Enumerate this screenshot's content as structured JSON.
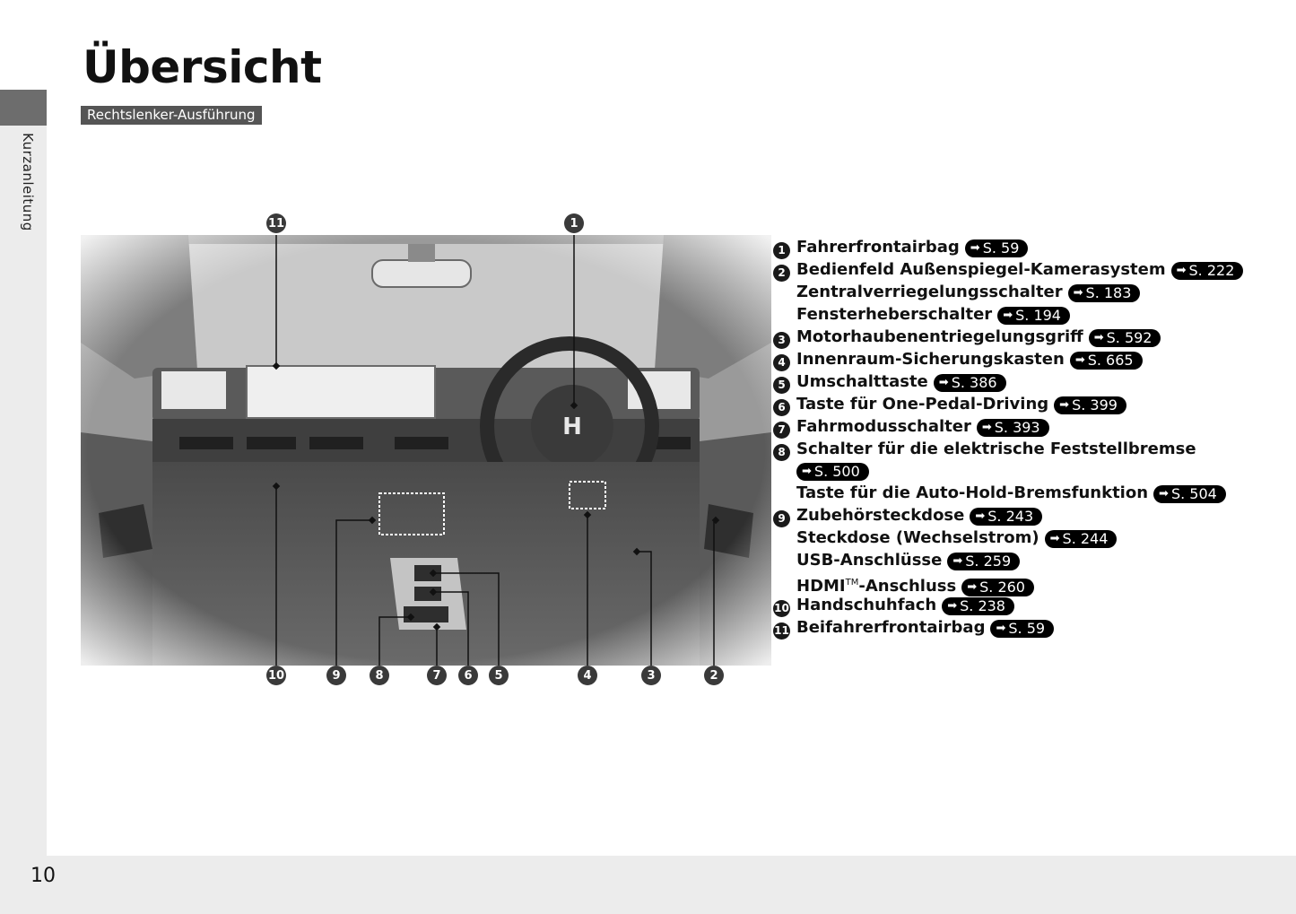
{
  "section_tab": "Kurzanleitung",
  "page_number": "10",
  "title": "Übersicht",
  "variant_badge": "Rechtslenker-Ausführung",
  "diagram": {
    "top_callouts": [
      "11",
      "1"
    ],
    "bottom_callouts": [
      "10",
      "9",
      "8",
      "7",
      "6",
      "5",
      "4",
      "3",
      "2"
    ],
    "steering_logo": "H"
  },
  "legend": [
    {
      "num": "1",
      "label": "Fahrerfrontairbag",
      "ref": "S. 59"
    },
    {
      "num": "2",
      "label": "Bedienfeld Außenspiegel-Kamerasystem",
      "ref": "S. 222"
    },
    {
      "num": "",
      "label": "Zentralverriegelungsschalter",
      "ref": "S. 183"
    },
    {
      "num": "",
      "label": "Fensterheberschalter",
      "ref": "S. 194"
    },
    {
      "num": "3",
      "label": "Motorhaubenentriegelungsgriff",
      "ref": "S. 592"
    },
    {
      "num": "4",
      "label": "Innenraum-Sicherungskasten",
      "ref": "S. 665"
    },
    {
      "num": "5",
      "label": "Umschalttaste",
      "ref": "S. 386"
    },
    {
      "num": "6",
      "label": "Taste für One-Pedal-Driving",
      "ref": "S. 399"
    },
    {
      "num": "7",
      "label": "Fahrmodusschalter",
      "ref": "S. 393"
    },
    {
      "num": "8",
      "label": "Schalter für die elektrische Feststellbremse",
      "ref": ""
    },
    {
      "num": "",
      "label": "",
      "ref": "S. 500"
    },
    {
      "num": "",
      "label": "Taste für die Auto-Hold-Bremsfunktion",
      "ref": "S. 504"
    },
    {
      "num": "9",
      "label": "Zubehörsteckdose",
      "ref": "S. 243"
    },
    {
      "num": "",
      "label": "Steckdose (Wechselstrom)",
      "ref": "S. 244"
    },
    {
      "num": "",
      "label": "USB-Anschlüsse",
      "ref": "S. 259"
    },
    {
      "num": "",
      "label": "HDMI",
      "tm": "TM",
      "label_suffix": "-Anschluss",
      "ref": "S. 260"
    },
    {
      "num": "10",
      "label": "Handschuhfach",
      "ref": "S. 238"
    },
    {
      "num": "11",
      "label": "Beifahrerfrontairbag",
      "ref": "S. 59"
    }
  ]
}
